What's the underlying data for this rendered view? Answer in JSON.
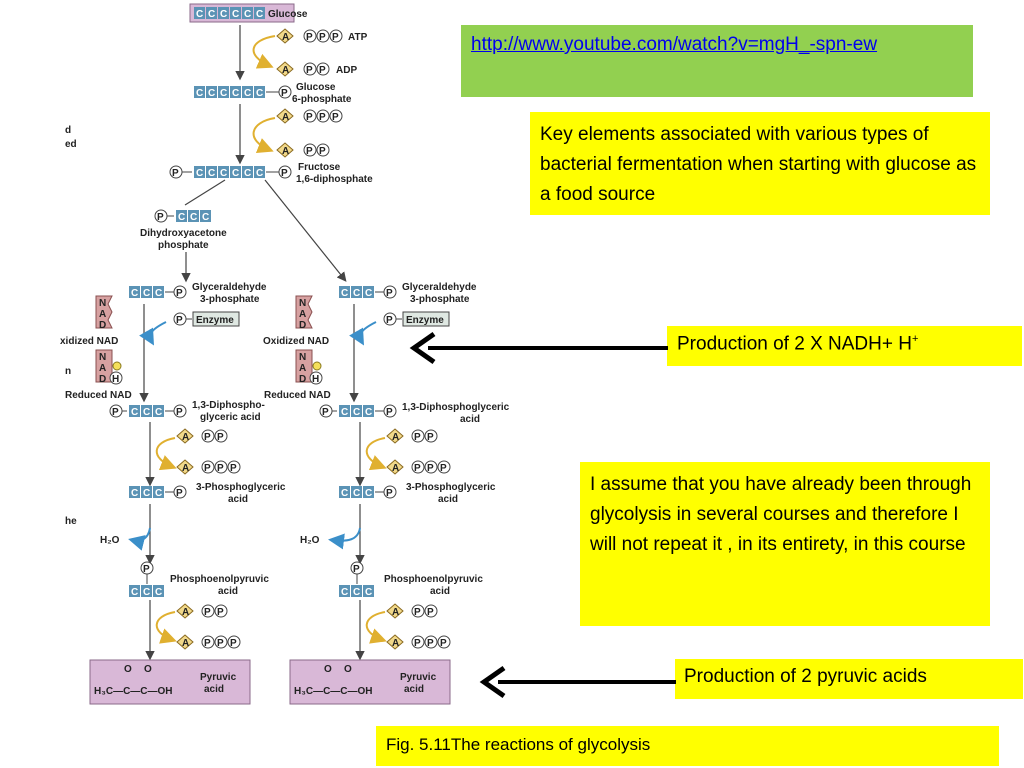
{
  "link": {
    "text": "http://www.youtube.com/watch?v=mgH_-spn-ew"
  },
  "boxes": {
    "key_elements": "Key elements associated with various types of bacterial fermentation when starting with glucose as a food source",
    "nadh_prefix": "Production of  2 X NADH+ H",
    "nadh_sup": "+",
    "assume": "I assume that you have already been through glycolysis in several courses and therefore I will not repeat it , in its entirety, in this course",
    "pyruvic_production": "Production of 2 pyruvic acids",
    "caption": "Fig. 5.11The reactions of glycolysis"
  },
  "diagram": {
    "glucose": "Glucose",
    "atp": "ATP",
    "adp": "ADP",
    "glucose6p_1": "Glucose",
    "glucose6p_2": "6-phosphate",
    "fructose_1": "Fructose",
    "fructose_2": "1,6-diphosphate",
    "dhap_1": "Dihydroxyacetone",
    "dhap_2": "phosphate",
    "g3p_1": "Glyceraldehyde",
    "g3p_2": "3-phosphate",
    "enzyme": "Enzyme",
    "oxidized_nad": "Oxidized NAD",
    "reduced_nad": "Reduced NAD",
    "dpg_left_1": "1,3-Diphospho-",
    "dpg_left_2": "glyceric acid",
    "dpg_right_1": "1,3-Diphosphoglyceric",
    "dpg_right_2": "acid",
    "pga_1": "3-Phosphoglyceric",
    "pga_2": "acid",
    "h2o": "H₂O",
    "pep_1": "Phosphoenolpyruvic",
    "pep_2": "acid",
    "pyruvic_1": "Pyruvic",
    "pyruvic_2": "acid",
    "formula": "H₃C—C—C—OH",
    "c": "C",
    "p": "P",
    "a": "A",
    "h": "H",
    "n": "N",
    "d": "D",
    "o": "O",
    "margin_1": "d",
    "margin_2": "ed",
    "margin_3": "xidized NAD",
    "margin_4": "n",
    "margin_5": "he"
  },
  "colors": {
    "carbon": "#5b93b5",
    "purple": "#d9b8d7",
    "atp": "#f2d98a",
    "nad": "#d7a1a1",
    "green_box": "#92d050",
    "yellow_box": "#ffff00"
  }
}
